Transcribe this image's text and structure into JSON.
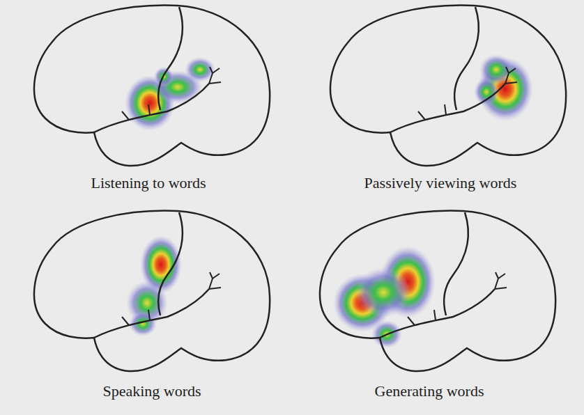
{
  "diagram": {
    "labels": [
      "Listening to words",
      "Passively viewing words",
      "Speaking words",
      "Generating words"
    ]
  }
}
